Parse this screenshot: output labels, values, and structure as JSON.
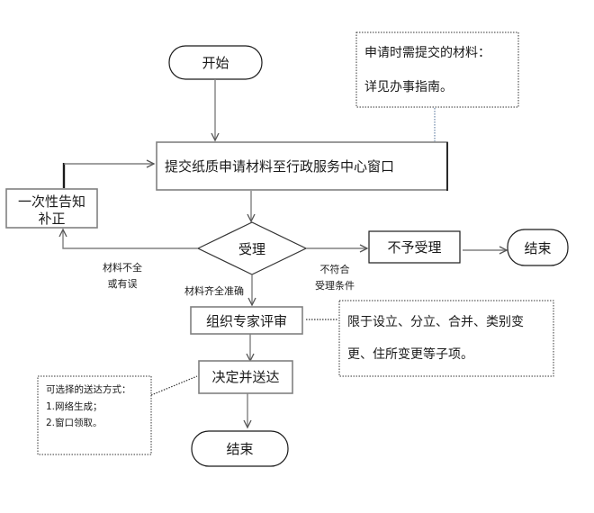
{
  "flowchart": {
    "start": "开始",
    "submit": "提交纸质申请材料至行政服务中心窗口",
    "notify": [
      "一次性告知",
      "补正"
    ],
    "accept": "受理",
    "reject": "不予受理",
    "end_reject": "结束",
    "review": "组织专家评审",
    "decide": "决定并送达",
    "end": "结束"
  },
  "edge_labels": {
    "incomplete": [
      "材料不全",
      "或有误"
    ],
    "complete": "材料齐全准确",
    "not_eligible": [
      "不符合",
      "受理条件"
    ]
  },
  "notes": {
    "materials": [
      "申请时需提交的材料：",
      "详见办事指南。"
    ],
    "review_scope": [
      "限于设立、分立、合并、类别变",
      "更、住所变更等子项。"
    ],
    "delivery": [
      "可选择的送达方式：",
      "1.网络生成；",
      "2.窗口领取。"
    ]
  }
}
